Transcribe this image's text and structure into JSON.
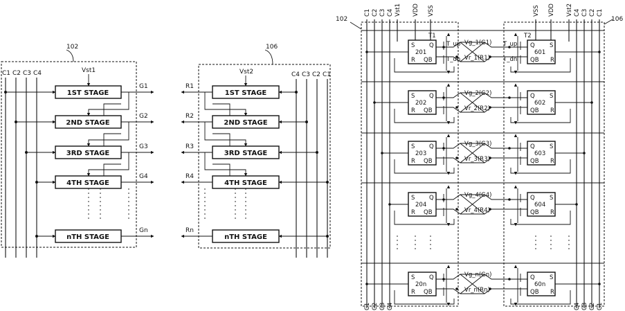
{
  "fig_a": {
    "ref": "102",
    "clocks": [
      "C1",
      "C2",
      "C3",
      "C4"
    ],
    "start": "Vst1",
    "stages": [
      "1ST STAGE",
      "2ND STAGE",
      "3RD STAGE",
      "4TH STAGE",
      "nTH STAGE"
    ],
    "outputs": [
      "G1",
      "G2",
      "G3",
      "G4",
      "Gn"
    ]
  },
  "fig_b": {
    "ref": "106",
    "clocks": [
      "C4",
      "C3",
      "C2",
      "C1"
    ],
    "start": "Vst2",
    "stages": [
      "1ST STAGE",
      "2ND STAGE",
      "3RD STAGE",
      "4TH STAGE",
      "nTH STAGE"
    ],
    "outputs": [
      "R1",
      "R2",
      "R3",
      "R4",
      "Rn"
    ]
  },
  "fig_c": {
    "ref_left": "102",
    "ref_right": "106",
    "left_top_labels": [
      "C1",
      "C2",
      "C3",
      "C4",
      "Vst1",
      "VDD",
      "VSS"
    ],
    "right_top_labels": [
      "VSS",
      "VDD",
      "Vst2",
      "C4",
      "C3",
      "C2",
      "C1"
    ],
    "left_bottom_labels": [
      "C1",
      "C2",
      "C3",
      "C4"
    ],
    "right_bottom_labels": [
      "C4",
      "C3",
      "C2",
      "C1"
    ],
    "left_stages": [
      "201",
      "202",
      "203",
      "204",
      "20n"
    ],
    "right_stages": [
      "601",
      "602",
      "603",
      "604",
      "60n"
    ],
    "pin_s": "S",
    "pin_q": "Q",
    "pin_r": "R",
    "pin_qb": "QB",
    "t1": "T1",
    "t2": "T2",
    "t_up": "T_up",
    "t_dn": "T_dn",
    "t_up_r": "T_up",
    "t_dn_r": "T_dn",
    "vg": [
      "Vg_1(G1)",
      "Vg_2(G2)",
      "Vg_3(G3)",
      "Vg_4(G4)",
      "Vg_n(Gn)"
    ],
    "vr": [
      "Vr_1(R1)",
      "Vr_2(R2)",
      "Vr_3(R3)",
      "Vr_4(R4)",
      "Vr_n(Rn)"
    ]
  }
}
